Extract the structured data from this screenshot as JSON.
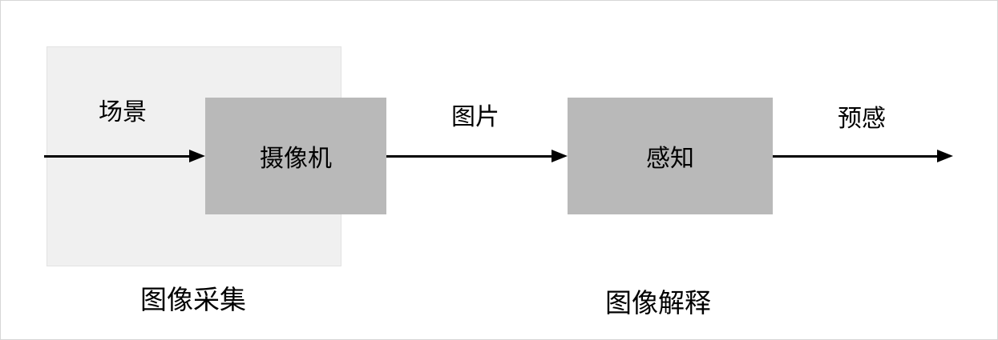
{
  "colors": {
    "canvas_bg": "#ffffff",
    "canvas_border": "#d6d6d6",
    "group_box_fill": "#f0f0f0",
    "group_box_border": "#e2e2e2",
    "node_fill": "#b9b9b9",
    "arrow": "#000000",
    "text": "#000000"
  },
  "nodes": {
    "camera": {
      "label": "摄像机"
    },
    "perception": {
      "label": "感知"
    }
  },
  "arrows": {
    "scene": {
      "label": "场景"
    },
    "image": {
      "label": "图片"
    },
    "prediction": {
      "label": "预感"
    }
  },
  "captions": {
    "acquisition": "图像采集",
    "interpretation": "图像解释"
  }
}
